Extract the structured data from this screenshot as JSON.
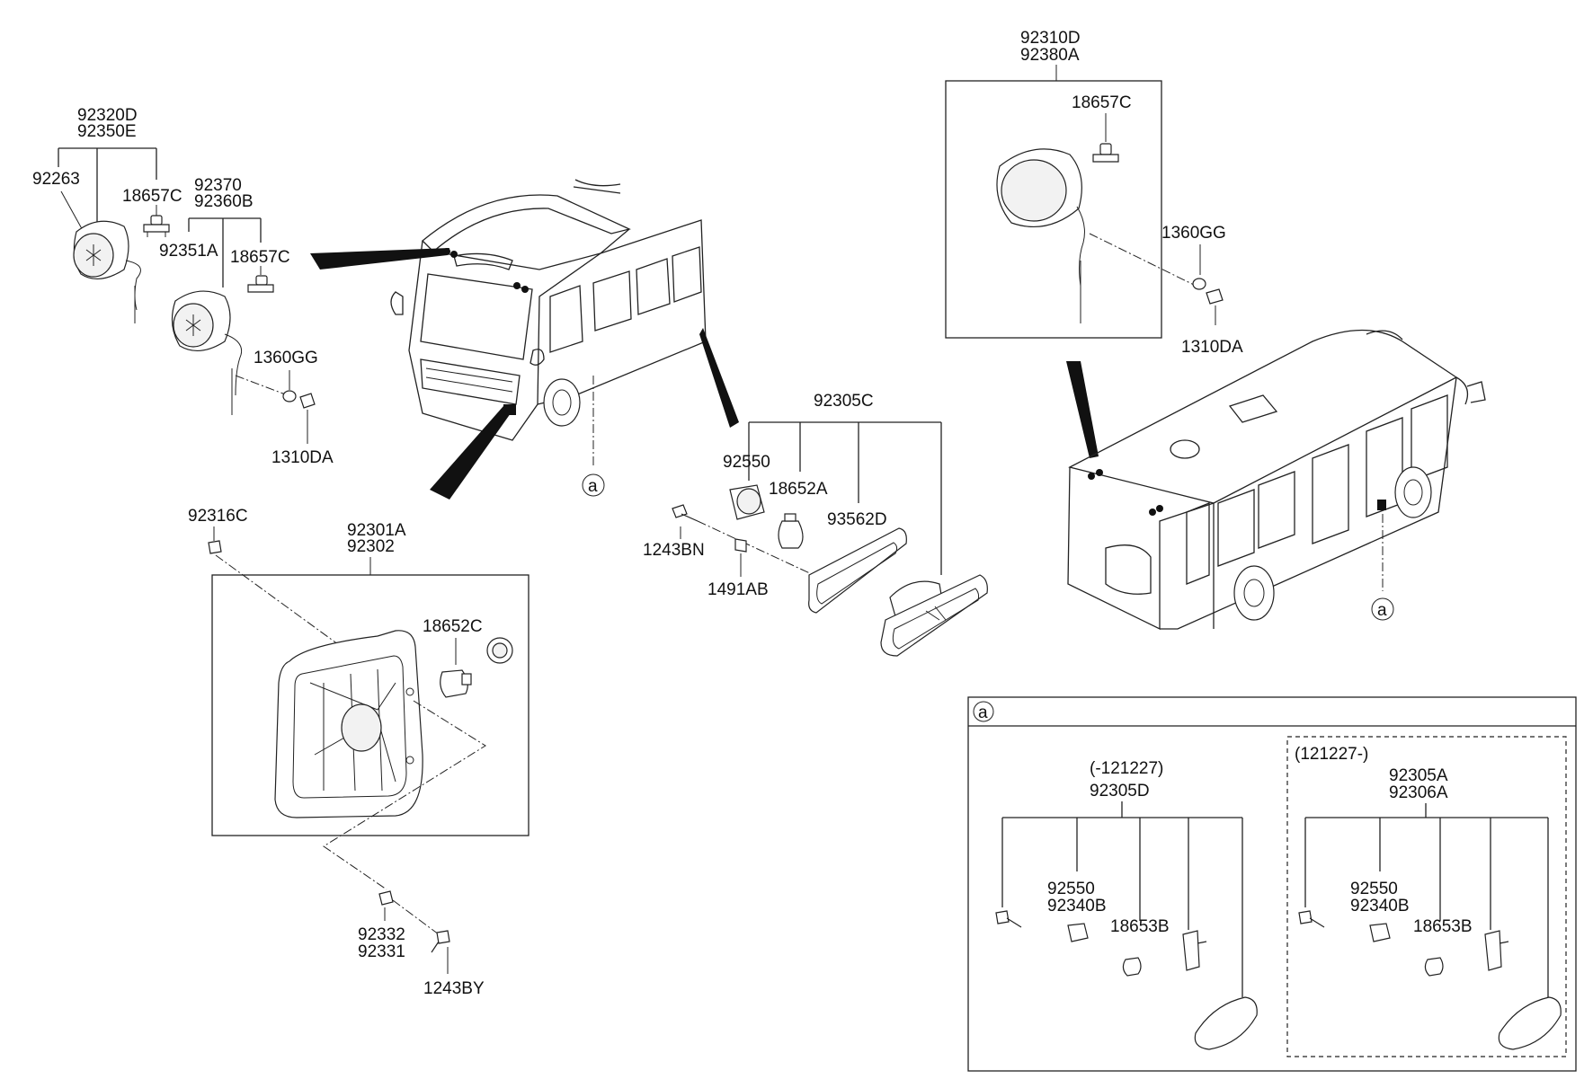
{
  "labels": {
    "l_92320d": "92320D",
    "l_92350e": "92350E",
    "l_92263": "92263",
    "l_18657c_a": "18657C",
    "l_92370": "92370",
    "l_92360b": "92360B",
    "l_92351a": "92351A",
    "l_18657c_b": "18657C",
    "l_1360gg_a": "1360GG",
    "l_1310da_a": "1310DA",
    "l_92310d": "92310D",
    "l_92380a": "92380A",
    "l_18657c_c": "18657C",
    "l_1360gg_b": "1360GG",
    "l_1310da_b": "1310DA",
    "l_92305c": "92305C",
    "l_92550_a": "92550",
    "l_18652a": "18652A",
    "l_93562d": "93562D",
    "l_1243bn": "1243BN",
    "l_1491ab": "1491AB",
    "l_92316c": "92316C",
    "l_92301a": "92301A",
    "l_92302": "92302",
    "l_18652c": "18652C",
    "l_92332": "92332",
    "l_92331": "92331",
    "l_1243by": "1243BY",
    "ref_a_1": "a",
    "ref_a_2": "a",
    "ref_a_3": "a",
    "l_m121227": "(-121227)",
    "l_92305d": "92305D",
    "l_92550_b": "92550",
    "l_92340b_a": "92340B",
    "l_18653b_a": "18653B",
    "l_p121227": "(121227-)",
    "l_92305a": "92305A",
    "l_92306a": "92306A",
    "l_92550_c": "92550",
    "l_92340b_b": "92340B",
    "l_18653b_b": "18653B"
  }
}
